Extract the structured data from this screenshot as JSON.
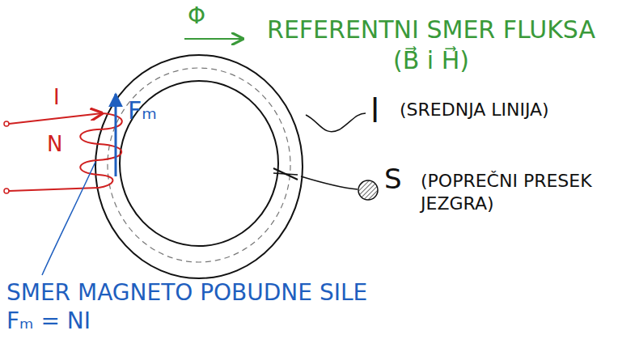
{
  "diagram": {
    "labels": [
      "Φ",
      "REFERENTNI SMER FLUKSA (B⃗ i H⃗)",
      "I",
      "N",
      "Fₘ",
      "l",
      "(SREDNJA LINIJA)",
      "S",
      "(POPREČNI PRESEK JEZGRA)",
      "SMER MAGNETO POBUDNE SILE Fₘ = NI"
    ]
  }
}
